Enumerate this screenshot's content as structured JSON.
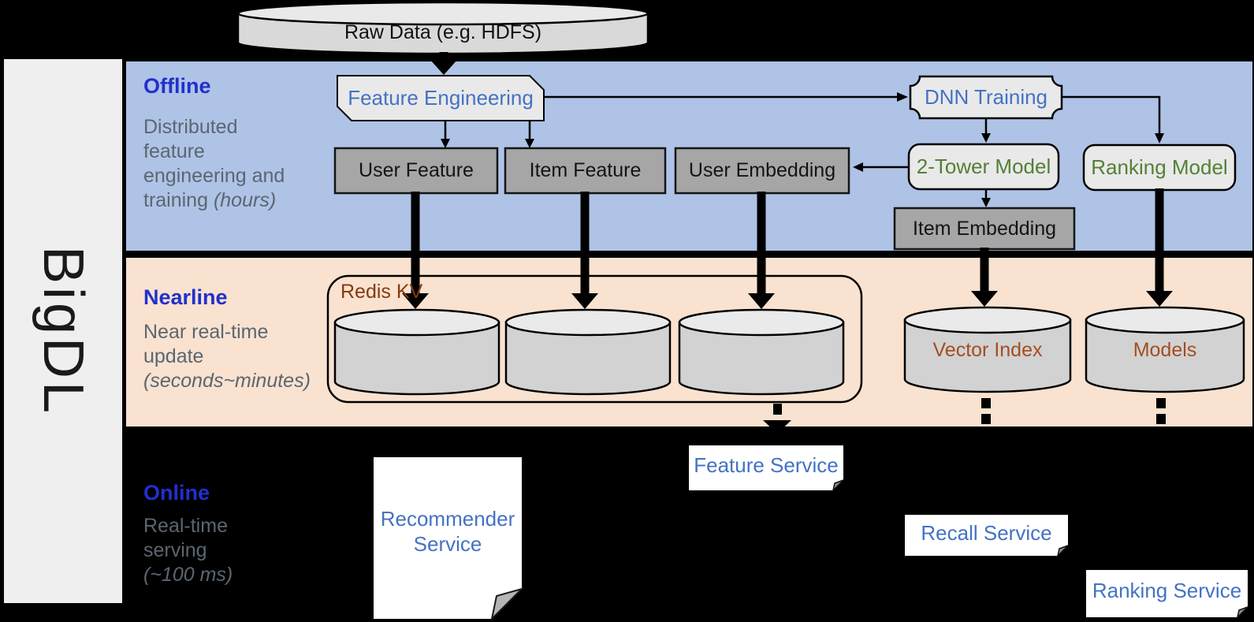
{
  "brand": {
    "name": "BigDL"
  },
  "data_source": {
    "label": "Raw Data (e.g. HDFS)"
  },
  "sections": {
    "offline": {
      "label": "Offline",
      "desc": [
        "Distributed",
        "feature",
        "engineering and"
      ],
      "desc_tail": "training ",
      "desc_tail_italic": "(hours)"
    },
    "nearline": {
      "label": "Nearline",
      "desc": [
        "Near real-time",
        "update"
      ],
      "desc_italic": "(seconds~minutes)"
    },
    "online": {
      "label": "Online",
      "desc": [
        "Real-time",
        "serving"
      ],
      "desc_italic": "(~100 ms)"
    }
  },
  "nodes": {
    "feature_engineering": "Feature Engineering",
    "dnn_training": "DNN Training",
    "user_feature": "User Feature",
    "item_feature": "Item Feature",
    "user_embedding": "User Embedding",
    "two_tower_model": "2-Tower Model",
    "ranking_model": "Ranking Model",
    "item_embedding": "Item Embedding",
    "redis_kv": "Redis KV",
    "vector_index": "Vector Index",
    "models": "Models",
    "recommender_service": "Recommender Service",
    "feature_service": "Feature Service",
    "recall_service": "Recall Service",
    "ranking_service": "Ranking Service"
  },
  "colors": {
    "background": "#000000",
    "band_offline": "#aec3e6",
    "band_nearline": "#f9e2d0",
    "sidebar": "#efefef",
    "section_label_blue": "#2130cc",
    "body_gray": "#5b6670",
    "node_blue": "#4472c4",
    "node_green": "#538135",
    "brown_dark": "#843b0c",
    "brown": "#a34e22",
    "box_gray": "#a6a6a6",
    "shape_fill": "#e9e9e9",
    "cylinder_body": "#d2d2d2",
    "cylinder_top": "#eaeaea"
  }
}
